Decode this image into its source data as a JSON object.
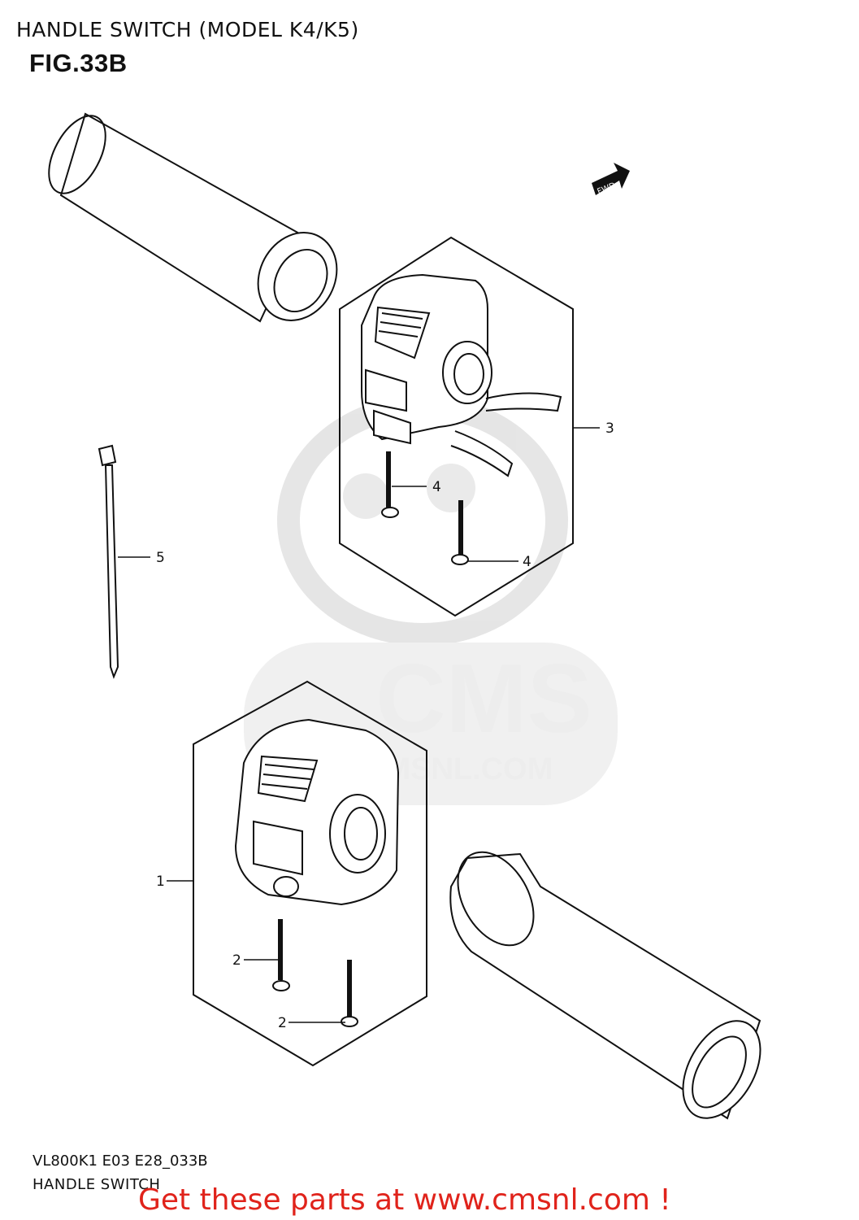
{
  "header": {
    "title": "HANDLE SWITCH (MODEL K4/K5)",
    "figure": "FIG.33B"
  },
  "diagram": {
    "fwd_label": "FWD",
    "callouts": [
      "1",
      "2",
      "2",
      "3",
      "4",
      "4",
      "5"
    ]
  },
  "watermark": {
    "logo_text": "CMS",
    "url_text": "WWW.CMSNL.COM"
  },
  "footer": {
    "code": "VL800K1 E03 E28_033B",
    "caption": "HANDLE SWITCH",
    "cta": "Get these parts at www.cmsnl.com !"
  },
  "colors": {
    "cta": "#e0231b",
    "line": "#111111",
    "watermark": "#e6e6e6"
  }
}
